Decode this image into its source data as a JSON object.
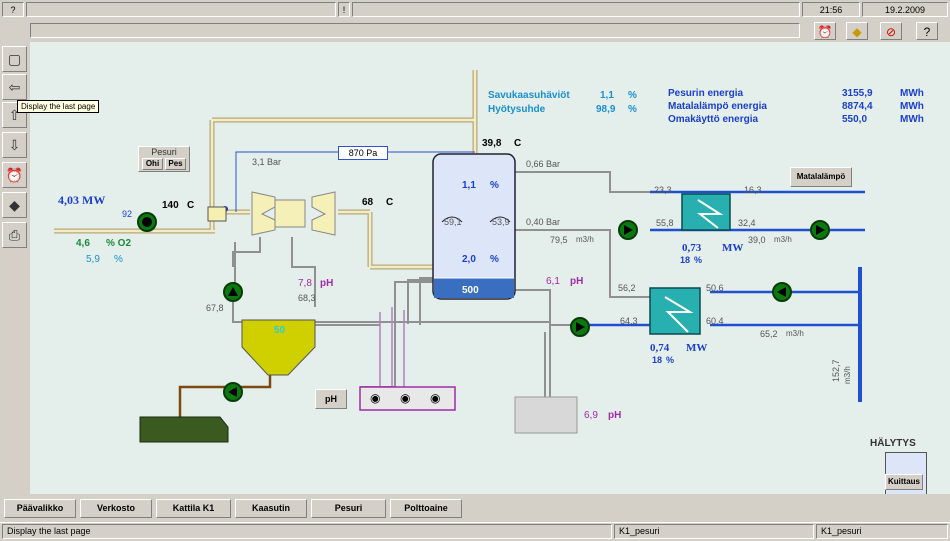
{
  "topbar": {
    "help_label": "?",
    "exclaim_label": "!",
    "time": "21:56",
    "date": "19.2.2009"
  },
  "toolbar": {
    "icons": [
      "alarm-clock-icon",
      "warning-icon",
      "no-sign-icon",
      "help-icon"
    ]
  },
  "tooltip": "Display the last page",
  "flue": {
    "label1": "Savukaasuhäviöt",
    "value1": "1,1",
    "unit1": "%",
    "label2": "Hyötysuhde",
    "value2": "98,9",
    "unit2": "%"
  },
  "energy": {
    "rows": [
      {
        "label": "Pesurin energia",
        "value": "3155,9",
        "unit": "MWh"
      },
      {
        "label": "Matalalämpö energia",
        "value": "8874,4",
        "unit": "MWh"
      },
      {
        "label": "Omakäyttö energia",
        "value": "550,0",
        "unit": "MWh"
      }
    ]
  },
  "pesuri_panel": {
    "title": "Pesuri",
    "btn_ohi": "Ohi",
    "btn_pes": "Pes"
  },
  "process": {
    "power_in": "4,03 MW",
    "pump_speed": "92",
    "temp_in": "140",
    "temp_in_unit": "C",
    "o2_value": "4,6",
    "o2_unit": "% O2",
    "moist": "5,9",
    "moist_unit": "%",
    "pressure_diff": "870 Pa",
    "fan_pressure": "3,1 Bar",
    "temp_after_fan": "68",
    "temp_after_fan_unit": "C",
    "temp_top": "39,8",
    "temp_top_unit": "C",
    "scrubber_val1": "1,1",
    "scrubber_val1_unit": "%",
    "scrubber_val2": "2,0",
    "scrubber_val2_unit": "%",
    "scrubber_level": "500",
    "scrubber_gauge1": "59,1",
    "scrubber_gauge2": "53,9",
    "p1": "0,66 Bar",
    "p2": "0,40 Bar",
    "flow1": "79,5",
    "flow1_unit": "m3/h",
    "ph_top": "7,8",
    "ph_unit": "pH",
    "v_68_3": "68,3",
    "v_67_8": "67,8",
    "tank_level": "50",
    "ph_right": "6,1",
    "ph_bottom": "6,9",
    "ph_button": "pH",
    "hx1_in": "23,3",
    "hx1_out": "16,3",
    "hx1_left": "55,8",
    "hx1_right": "32,4",
    "hx1_power": "0,73",
    "hx1_power_unit": "MW",
    "hx1_flow": "39,0",
    "hx1_flow_unit": "m3/h",
    "hx1_pct": "18",
    "hx1_pct_unit": "%",
    "hx2_in": "56,2",
    "hx2_out": "50,6",
    "hx2_left": "64,3",
    "hx2_right": "60,4",
    "hx2_power": "0,74",
    "hx2_power_unit": "MW",
    "hx2_flow": "65,2",
    "hx2_flow_unit": "m3/h",
    "hx2_pct": "18",
    "hx2_pct_unit": "%",
    "vertical_flow": "152,7",
    "vertical_flow_unit": "m3/h",
    "matalalampo_btn": "Matalalämpö"
  },
  "alarm": {
    "title": "HÄLYTYS",
    "ack": "Kuittaus"
  },
  "nav": [
    "Päävalikko",
    "Verkosto",
    "Kattila K1",
    "Kaasutin",
    "Pesuri",
    "Polttoaine"
  ],
  "status": {
    "msg": "Display the last page",
    "page1": "K1_pesuri",
    "page2": "K1_pesuri"
  }
}
